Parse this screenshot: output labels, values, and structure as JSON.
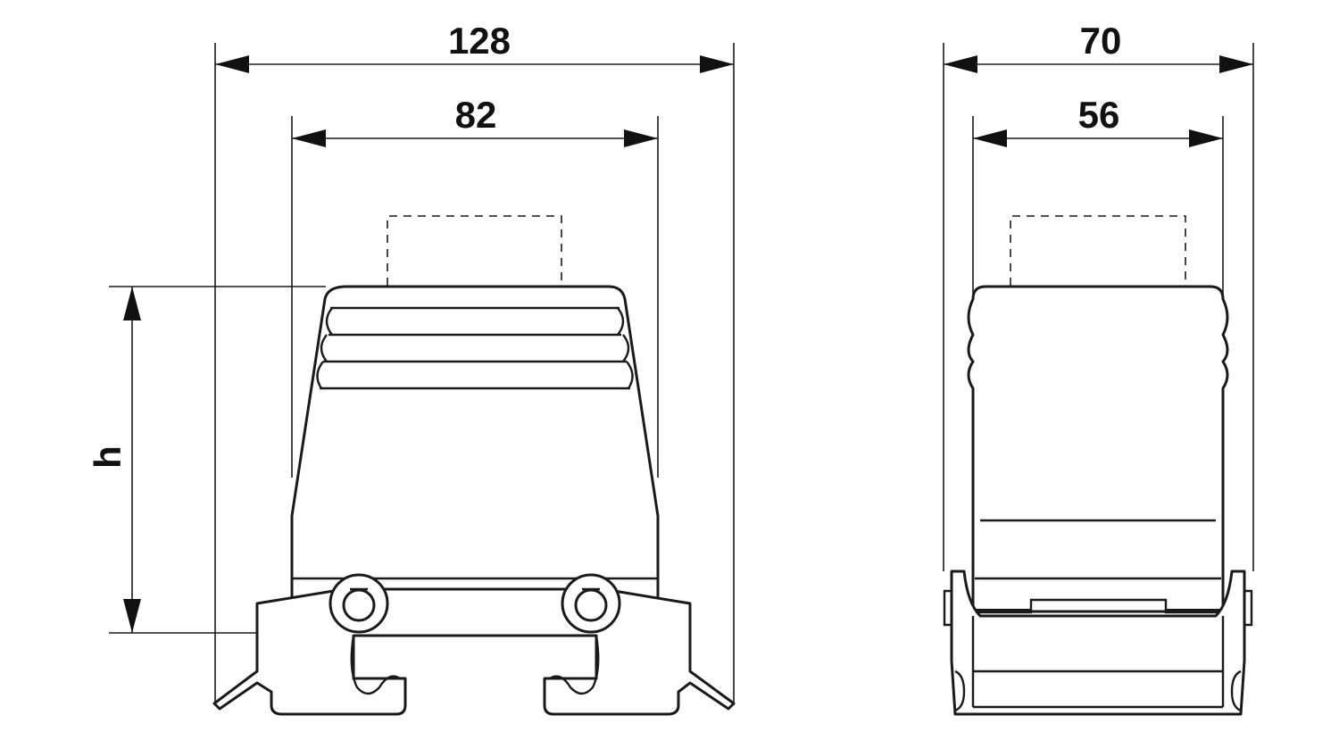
{
  "dimensions": {
    "front_total_width": "128",
    "front_inner_width": "82",
    "front_height_label": "h",
    "side_total_width": "70",
    "side_inner_width": "56"
  }
}
